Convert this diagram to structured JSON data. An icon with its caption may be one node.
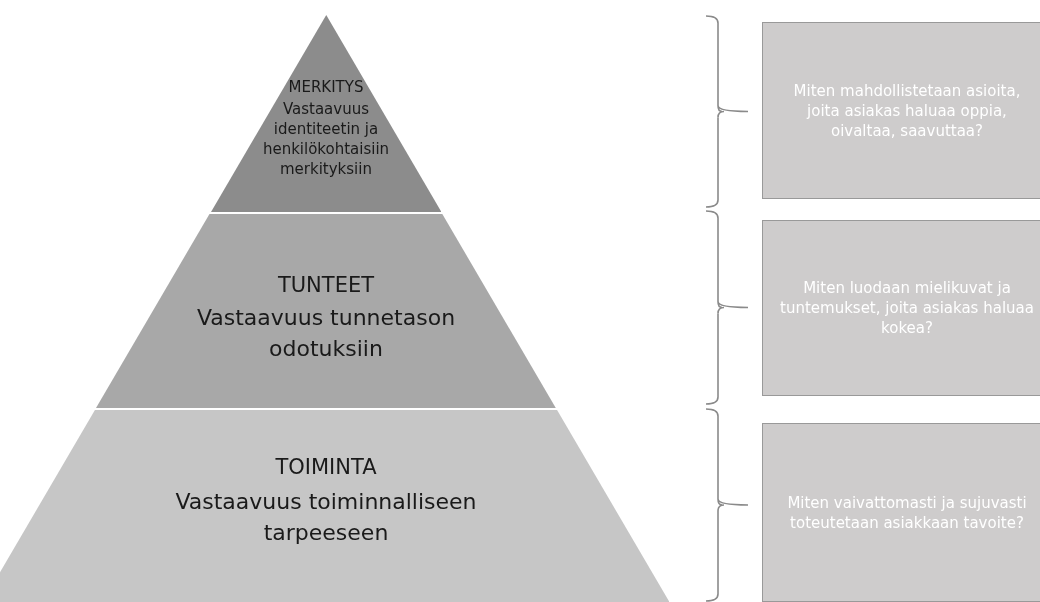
{
  "diagram": {
    "nodes": [
      {
        "text": [
          "MERKITYS",
          "Vastaavuus identiteetin ja henkilökohtaisiin merkityksiin"
        ]
      },
      {
        "text": [
          "TUNTEET",
          "Vastaavuus tunnetason odotuksiin"
        ]
      },
      {
        "text": [
          "TOIMINTA",
          "Vastaavuus toiminnalliseen tarpeeseen"
        ]
      },
      {
        "text": [
          "Miten mahdollistetaan asioita, joita asiakas haluaa oppia, oivaltaa, saavuttaa?"
        ]
      },
      {
        "text": [
          "Miten luodaan mielikuvat ja tuntemukset, joita asiakas haluaa kokea?"
        ]
      },
      {
        "text": [
          "Miten vaivattomasti ja sujuvasti toteutetaan asiakkaan tavoite?"
        ]
      }
    ]
  }
}
